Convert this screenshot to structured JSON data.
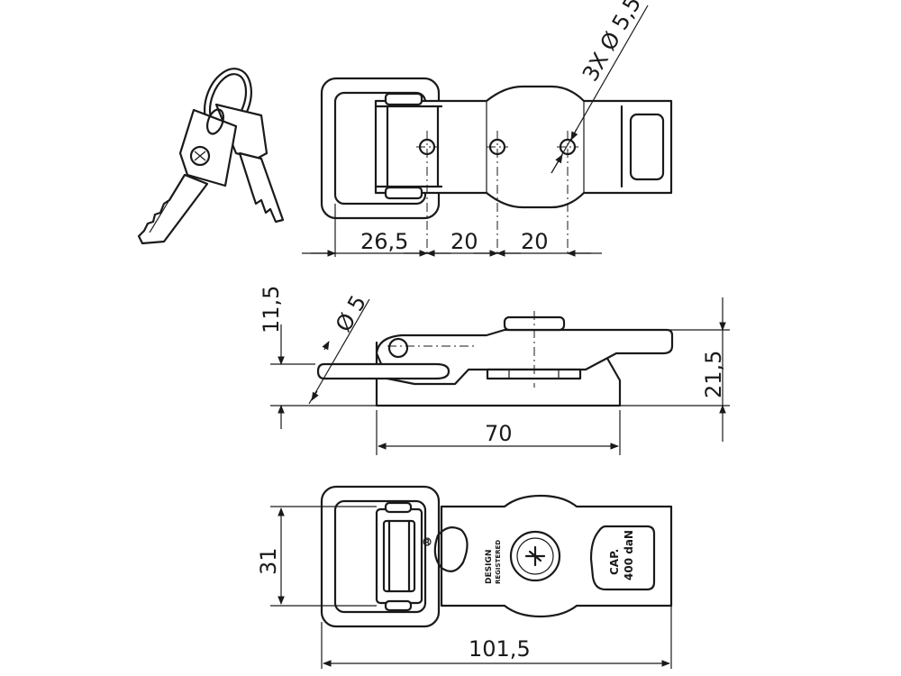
{
  "dimensions": {
    "holes": "3X Ø 5,5",
    "d1": "26,5",
    "d2": "20",
    "d3": "20",
    "h1": "11,5",
    "pin": "Ø 5",
    "h2": "21,5",
    "len70": "70",
    "width31": "31",
    "total": "101,5"
  },
  "plate_text": {
    "design_line1": "DESIGN",
    "design_line2": "REGISTERED",
    "cap_line1": "CAP.",
    "cap_line2": "400 daN",
    "registered_mark": "R"
  }
}
